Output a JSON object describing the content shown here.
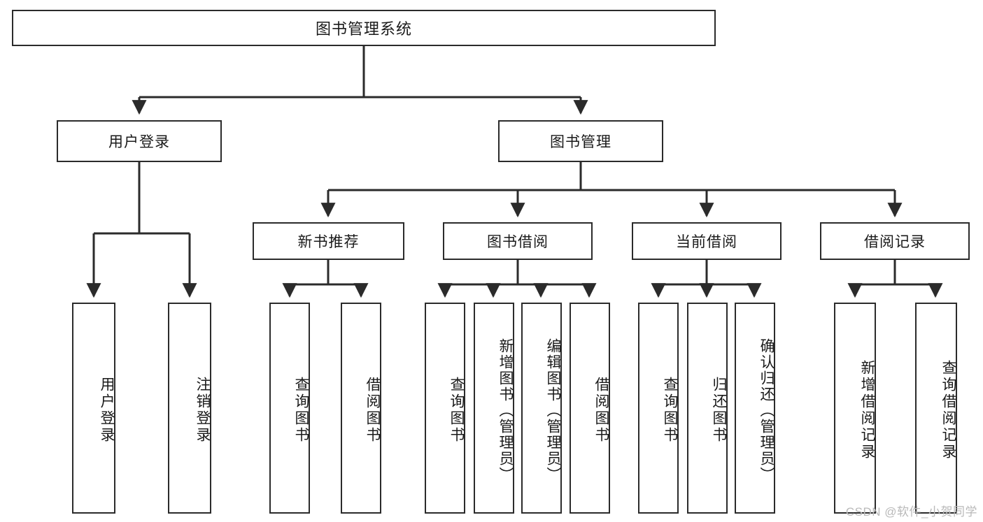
{
  "diagram": {
    "type": "tree",
    "title": "图书管理系统",
    "root": {
      "label": "图书管理系统"
    },
    "level2": [
      {
        "label": "用户登录"
      },
      {
        "label": "图书管理"
      }
    ],
    "level3": [
      {
        "label": "新书推荐",
        "parent": "图书管理"
      },
      {
        "label": "图书借阅",
        "parent": "图书管理"
      },
      {
        "label": "当前借阅",
        "parent": "图书管理"
      },
      {
        "label": "借阅记录",
        "parent": "图书管理"
      }
    ],
    "leaves": {
      "user_login": [
        {
          "label": "用户登录"
        },
        {
          "label": "注销登录"
        }
      ],
      "new_book_rec": [
        {
          "label": "查询图书"
        },
        {
          "label": "借阅图书"
        }
      ],
      "book_borrow": [
        {
          "label": "查询图书"
        },
        {
          "label": "新增图书（管理员）"
        },
        {
          "label": "编辑图书（管理员）"
        },
        {
          "label": "借阅图书"
        }
      ],
      "current_borrow": [
        {
          "label": "查询图书"
        },
        {
          "label": "归还图书"
        },
        {
          "label": "确认归还（管理员）"
        }
      ],
      "borrow_record": [
        {
          "label": "新增借阅记录"
        },
        {
          "label": "查询借阅记录"
        }
      ]
    }
  },
  "watermark": {
    "text": "CSDN @软件_小贺同学"
  },
  "colors": {
    "stroke": "#2b2b2b",
    "fill": "#ffffff",
    "text": "#1a1a1a",
    "watermark": "#b9b9b9"
  }
}
